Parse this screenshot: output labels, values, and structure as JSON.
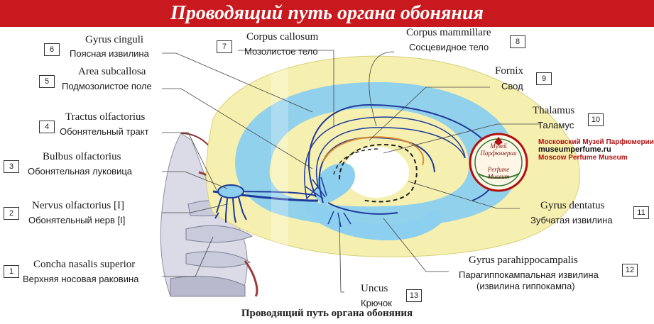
{
  "title": "Проводящий путь органа обоняния",
  "caption": "Проводящий путь органа обоняния",
  "colors": {
    "banner": "#c8191e",
    "cortex": "#f6f0b0",
    "inner_blue": "#8ccfee",
    "pathway": "#1e3a9a",
    "fornix": "#e08a2a"
  },
  "labels": [
    {
      "num": "1",
      "latin": "Concha nasalis superior",
      "russian": "Верхняя носовая раковина"
    },
    {
      "num": "2",
      "latin": "Nervus olfactorius [I]",
      "russian": "Обонятельный нерв [I]"
    },
    {
      "num": "3",
      "latin": "Bulbus olfactorius",
      "russian": "Обонятельная луковица"
    },
    {
      "num": "4",
      "latin": "Tractus olfactorius",
      "russian": "Обонятельный тракт"
    },
    {
      "num": "5",
      "latin": "Area subcallosa",
      "russian": "Подмозолистое поле"
    },
    {
      "num": "6",
      "latin": "Gyrus cinguli",
      "russian": "Поясная извилина"
    },
    {
      "num": "7",
      "latin": "Corpus callosum",
      "russian": "Мозолистое тело"
    },
    {
      "num": "8",
      "latin": "Corpus mammillare",
      "russian": "Сосцевидное тело"
    },
    {
      "num": "9",
      "latin": "Fornix",
      "russian": "Свод"
    },
    {
      "num": "10",
      "latin": "Thalamus",
      "russian": "Таламус"
    },
    {
      "num": "11",
      "latin": "Gyrus dentatus",
      "russian": "Зубчатая извилина"
    },
    {
      "num": "12",
      "latin": "Gyrus parahippocampalis",
      "russian": "Парагиппокампальная извилина",
      "russian2": "(извилина гиппокампа)"
    },
    {
      "num": "13",
      "latin": "Uncus",
      "russian": "Крючок"
    }
  ],
  "museum": {
    "logo_top": "Музей",
    "logo_mid": "Парфюмерии",
    "logo_en1": "Perfume",
    "logo_en2": "Museum",
    "line1": "Московский Музей Парфюмерии",
    "line2": "museumperfume.ru",
    "line3": "Moscow Perfume Museum"
  }
}
